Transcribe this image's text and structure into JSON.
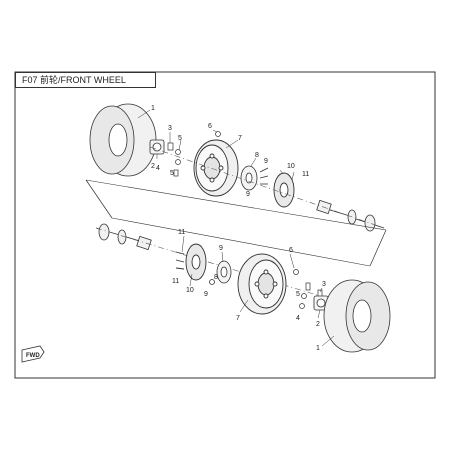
{
  "header": {
    "title": "F07 前轮/FRONT WHEEL"
  },
  "badge": {
    "text": "FWD"
  },
  "callouts": {
    "tire_top": "1",
    "hub_top": "2",
    "bolt_top": "3",
    "nut_top": "4",
    "washer_top": "5",
    "valve_top": "6",
    "rim_top": "7",
    "bearing_top": "8",
    "cotter_top_a": "9",
    "cotter_top_b": "9",
    "disc_top": "10",
    "stud_top": "11",
    "stud_bottom": "11",
    "stud_bottom_b": "11",
    "disc_bottom": "10",
    "bearing_bottom": "8",
    "cotter_bottom_a": "9",
    "cotter_bottom_b": "9",
    "valve_bottom": "6",
    "rim_bottom": "7",
    "bolt_bottom": "3",
    "washer_bottom": "5",
    "nut_bottom": "4",
    "hub_bottom": "2",
    "tire_bottom": "1"
  },
  "colors": {
    "line": "#333333",
    "part_fill": "#f4f4f4",
    "shade": "#d9d9d9"
  }
}
